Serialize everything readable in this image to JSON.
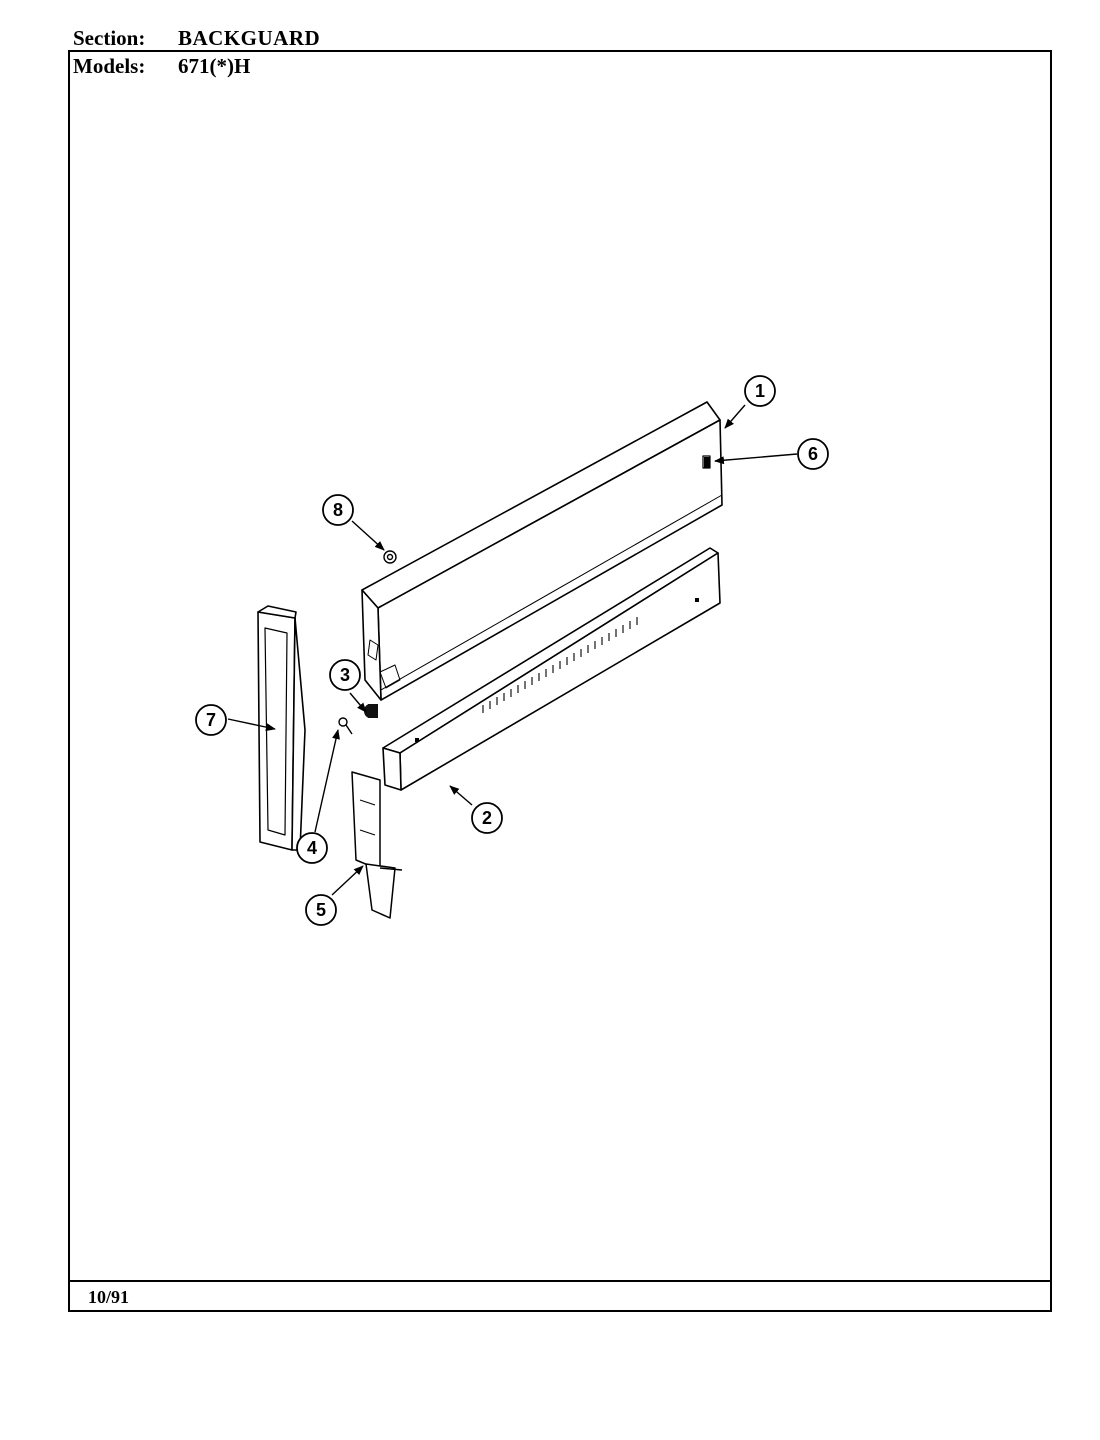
{
  "header": {
    "section_label": "Section:",
    "section_value": "BACKGUARD",
    "models_label": "Models:",
    "models_value": "671(*)H"
  },
  "footer": {
    "date": "10/91"
  },
  "callouts": [
    "1",
    "2",
    "3",
    "4",
    "5",
    "6",
    "7",
    "8"
  ]
}
